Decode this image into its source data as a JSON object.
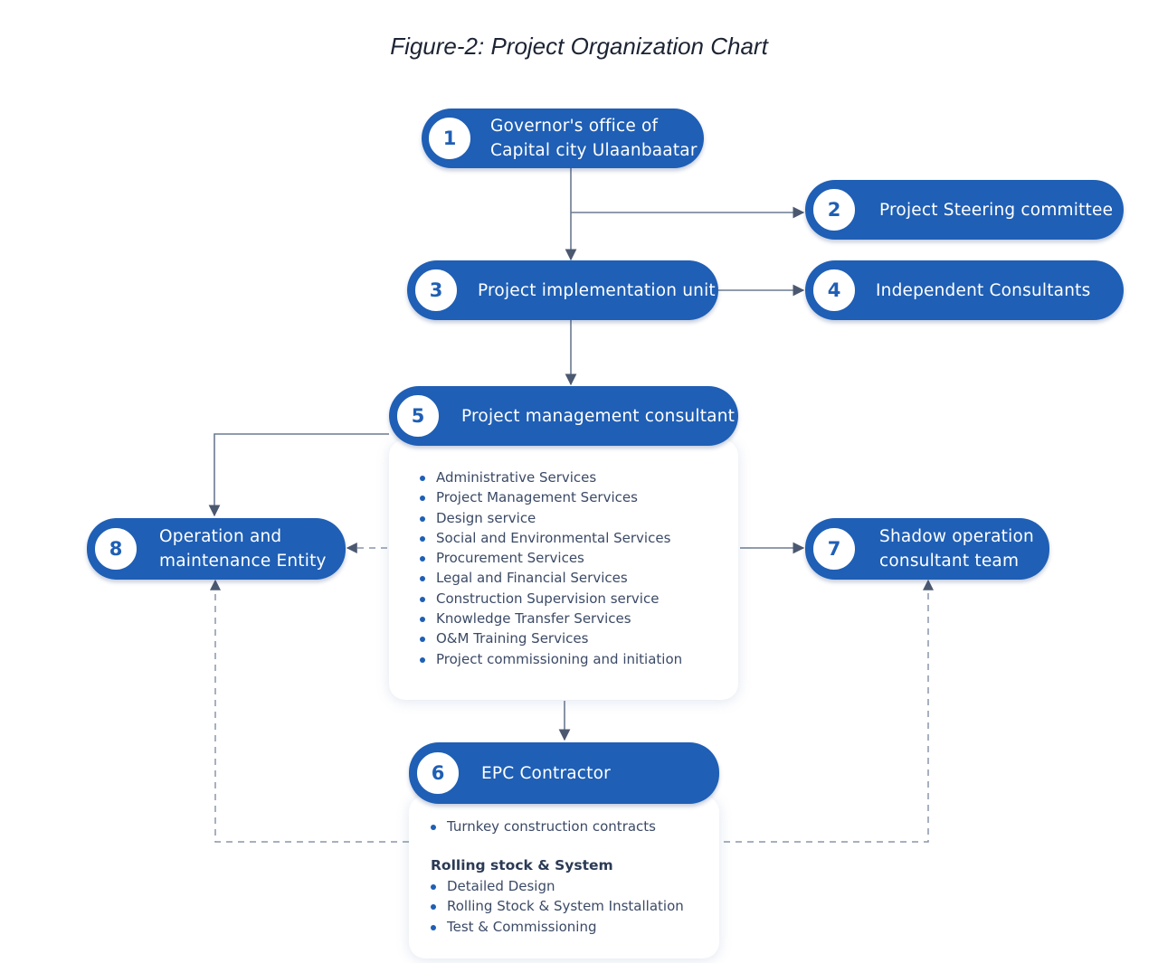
{
  "figure_title": "Figure-2: Project Organization Chart",
  "colors": {
    "node_fill": "#1f5fb5",
    "node_text": "#ffffff",
    "connector": "#6b7a90"
  },
  "nodes": [
    {
      "num": "1",
      "label": "Governor's office of\nCapital city Ulaanbaatar"
    },
    {
      "num": "2",
      "label": "Project Steering committee"
    },
    {
      "num": "3",
      "label": "Project implementation unit"
    },
    {
      "num": "4",
      "label": "Independent Consultants"
    },
    {
      "num": "5",
      "label": "Project management consultant"
    },
    {
      "num": "6",
      "label": "EPC Contractor"
    },
    {
      "num": "7",
      "label": "Shadow operation\nconsultant team"
    },
    {
      "num": "8",
      "label": "Operation and\nmaintenance Entity"
    }
  ],
  "pmc_services": [
    "Administrative Services",
    "Project Management Services",
    "Design service",
    "Social and Environmental Services",
    "Procurement Services",
    "Legal and Financial Services",
    "Construction Supervision service",
    "Knowledge Transfer Services",
    "O&M Training Services",
    "Project commissioning and initiation"
  ],
  "epc": {
    "items": [
      "Turnkey construction contracts"
    ],
    "sub_heading": "Rolling stock & System",
    "sub_items": [
      "Detailed Design",
      "Rolling Stock & System Installation",
      "Test & Commissioning"
    ]
  }
}
